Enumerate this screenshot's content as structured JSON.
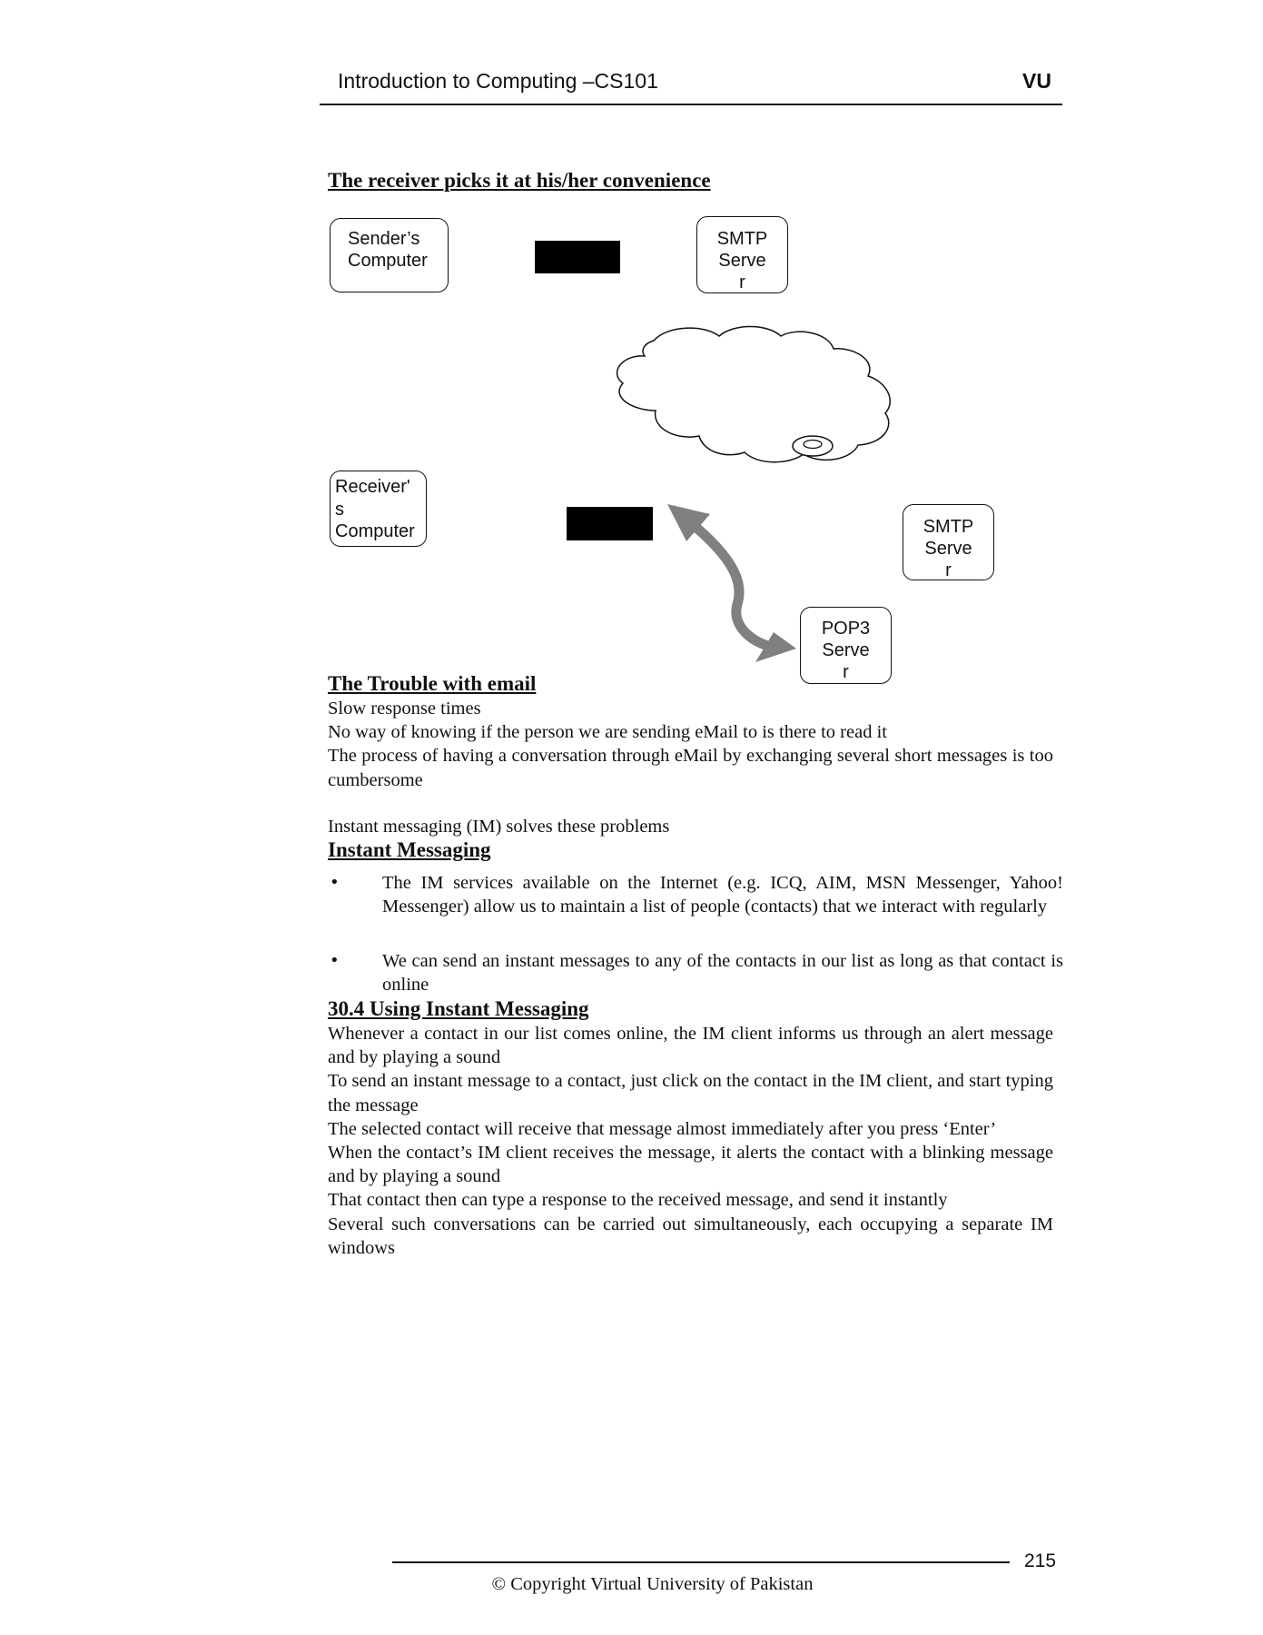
{
  "header": {
    "course_title": "Introduction to Computing –CS101",
    "institution": "VU"
  },
  "section_receiver": {
    "heading": "The receiver picks it at his/her convenience"
  },
  "diagram": {
    "senders_computer": [
      "Sender’s",
      "Computer"
    ],
    "smtp_server_top": [
      "SMTP",
      "Serve",
      "r"
    ],
    "receivers_computer": [
      "Receiver'",
      "s",
      "Computer"
    ],
    "smtp_server_right": [
      "SMTP",
      "Serve",
      "r"
    ],
    "pop3_server": [
      "POP3",
      "Serve",
      "r"
    ]
  },
  "section_trouble": {
    "heading": "The Trouble with email",
    "lines": [
      "Slow response times",
      "No way of knowing if the person we are sending eMail to is there to read it",
      "The process of having a conversation through eMail by exchanging several short messages is too cumbersome"
    ],
    "im_solves": "Instant messaging (IM) solves these problems"
  },
  "section_im": {
    "heading": "Instant Messaging",
    "bullets": [
      "The IM services available on the Internet (e.g. ICQ, AIM, MSN Messenger, Yahoo! Messenger) allow us to maintain a list of people (contacts) that we interact with regularly",
      "We can send an instant messages to any of the contacts in our list as long as that contact is online"
    ]
  },
  "section_using": {
    "heading": "30.4 Using Instant Messaging",
    "paragraphs": [
      "Whenever a contact in our list comes online, the IM client informs us through an alert message and by playing a sound",
      "To send an instant message to a contact, just click on the contact in the IM client, and start typing the message",
      "The selected contact will receive that message almost immediately after you press ‘Enter’",
      "When the contact’s IM client receives the message, it alerts the contact with a blinking message and by playing a sound",
      "That contact then can type a response to the received message, and send it instantly",
      "Several such conversations can be carried out simultaneously, each occupying a separate IM windows"
    ]
  },
  "footer": {
    "page_number": "215",
    "copyright": "© Copyright Virtual University of Pakistan"
  }
}
